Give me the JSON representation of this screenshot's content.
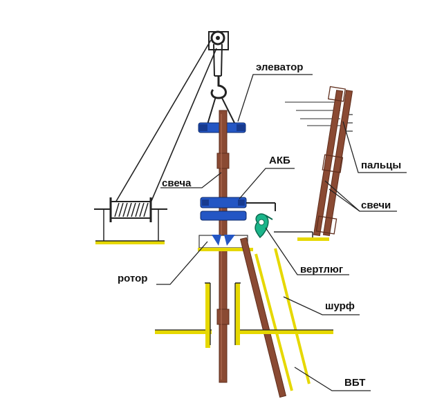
{
  "labels": {
    "elevator": "элеватор",
    "akb": "АКБ",
    "svecha": "свеча",
    "paltsy": "пальцы",
    "svechi": "свечи",
    "rotor": "ротор",
    "vertlyug": "вертлюг",
    "shurf": "шурф",
    "vbt": "ВБТ"
  },
  "colors": {
    "pipe": "#8a4a33",
    "pipe_dark": "#5e2d1c",
    "clamp": "#2456c4",
    "ground": "#e6d800",
    "swivel": "#1bb58a",
    "line": "#222222"
  }
}
